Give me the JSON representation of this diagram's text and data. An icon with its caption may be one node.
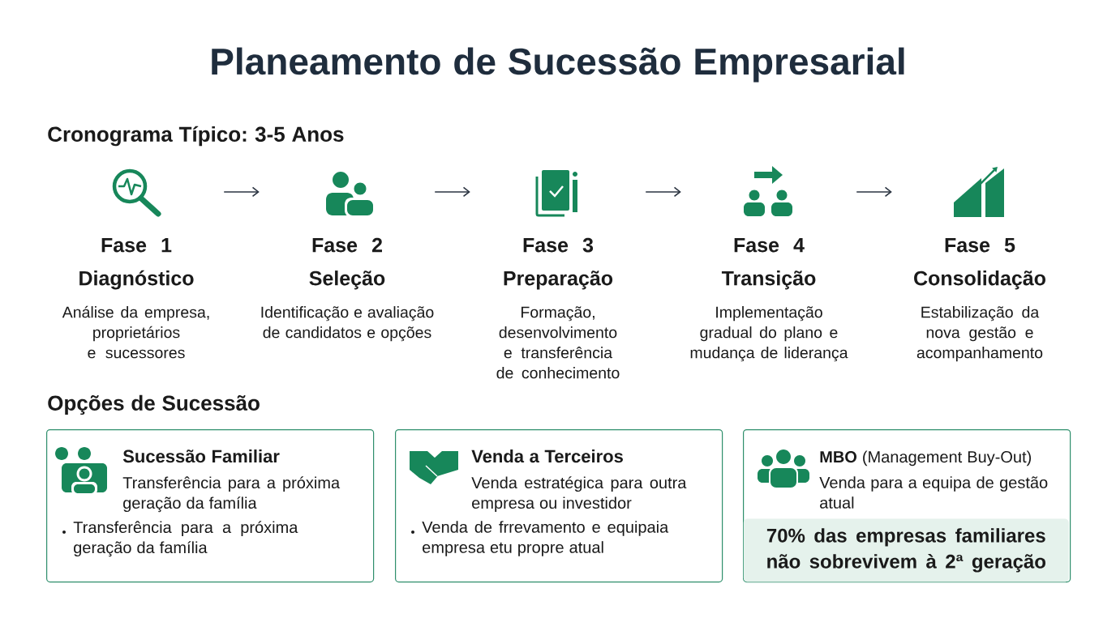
{
  "diagram": {
    "title": "Planeamento de Sucessão Empresarial",
    "nodes": [
      {
        "text": [
          "Fase 1",
          "Diagnóstico",
          "Análise da empresa, proprietários e sucessores"
        ]
      },
      {
        "text": [
          "Fase 2",
          "Seleção",
          "Identificação e avaliação de candidatos e opções"
        ]
      },
      {
        "text": [
          "Fase 3",
          "Preparação",
          "Formação, desenvolvimento e transferência de conhecimento"
        ]
      },
      {
        "text": [
          "Fase 4",
          "Transição",
          "Implementação gradual do plano e mudança de liderança"
        ]
      },
      {
        "text": [
          "Fase 5",
          "Consolidação",
          "Estabilização da nova gestão e acompanhamento"
        ]
      },
      {
        "text": [
          "Sucessão Familiar",
          "Transferência para a próxima geração da família",
          "Transferência para a próxima geração da família"
        ]
      },
      {
        "text": [
          "Venda a Terceiros",
          "Venda estratégica para outra empresa ou investidor",
          "Venda de frrevamento e equipaia empresa etu propre atual"
        ]
      },
      {
        "text": [
          "**MBO** (Management Buy-Out)",
          "Venda para a equipa de gestão atual"
        ]
      },
      {
        "text": [
          "70% das empresas familiares não sobrevivem à 2ª geração"
        ],
        "in": 7
      }
    ],
    "edges": [
      {
        "from": 0,
        "to": 1,
        "arrow": "to"
      },
      {
        "from": 1,
        "to": 2,
        "arrow": "to"
      },
      {
        "from": 2,
        "to": 3,
        "arrow": "to"
      },
      {
        "from": 3,
        "to": 4,
        "arrow": "to"
      }
    ],
    "labels": [
      "Cronograma Típico: 3-5 Anos",
      "Opções de Sucessão"
    ]
  }
}
